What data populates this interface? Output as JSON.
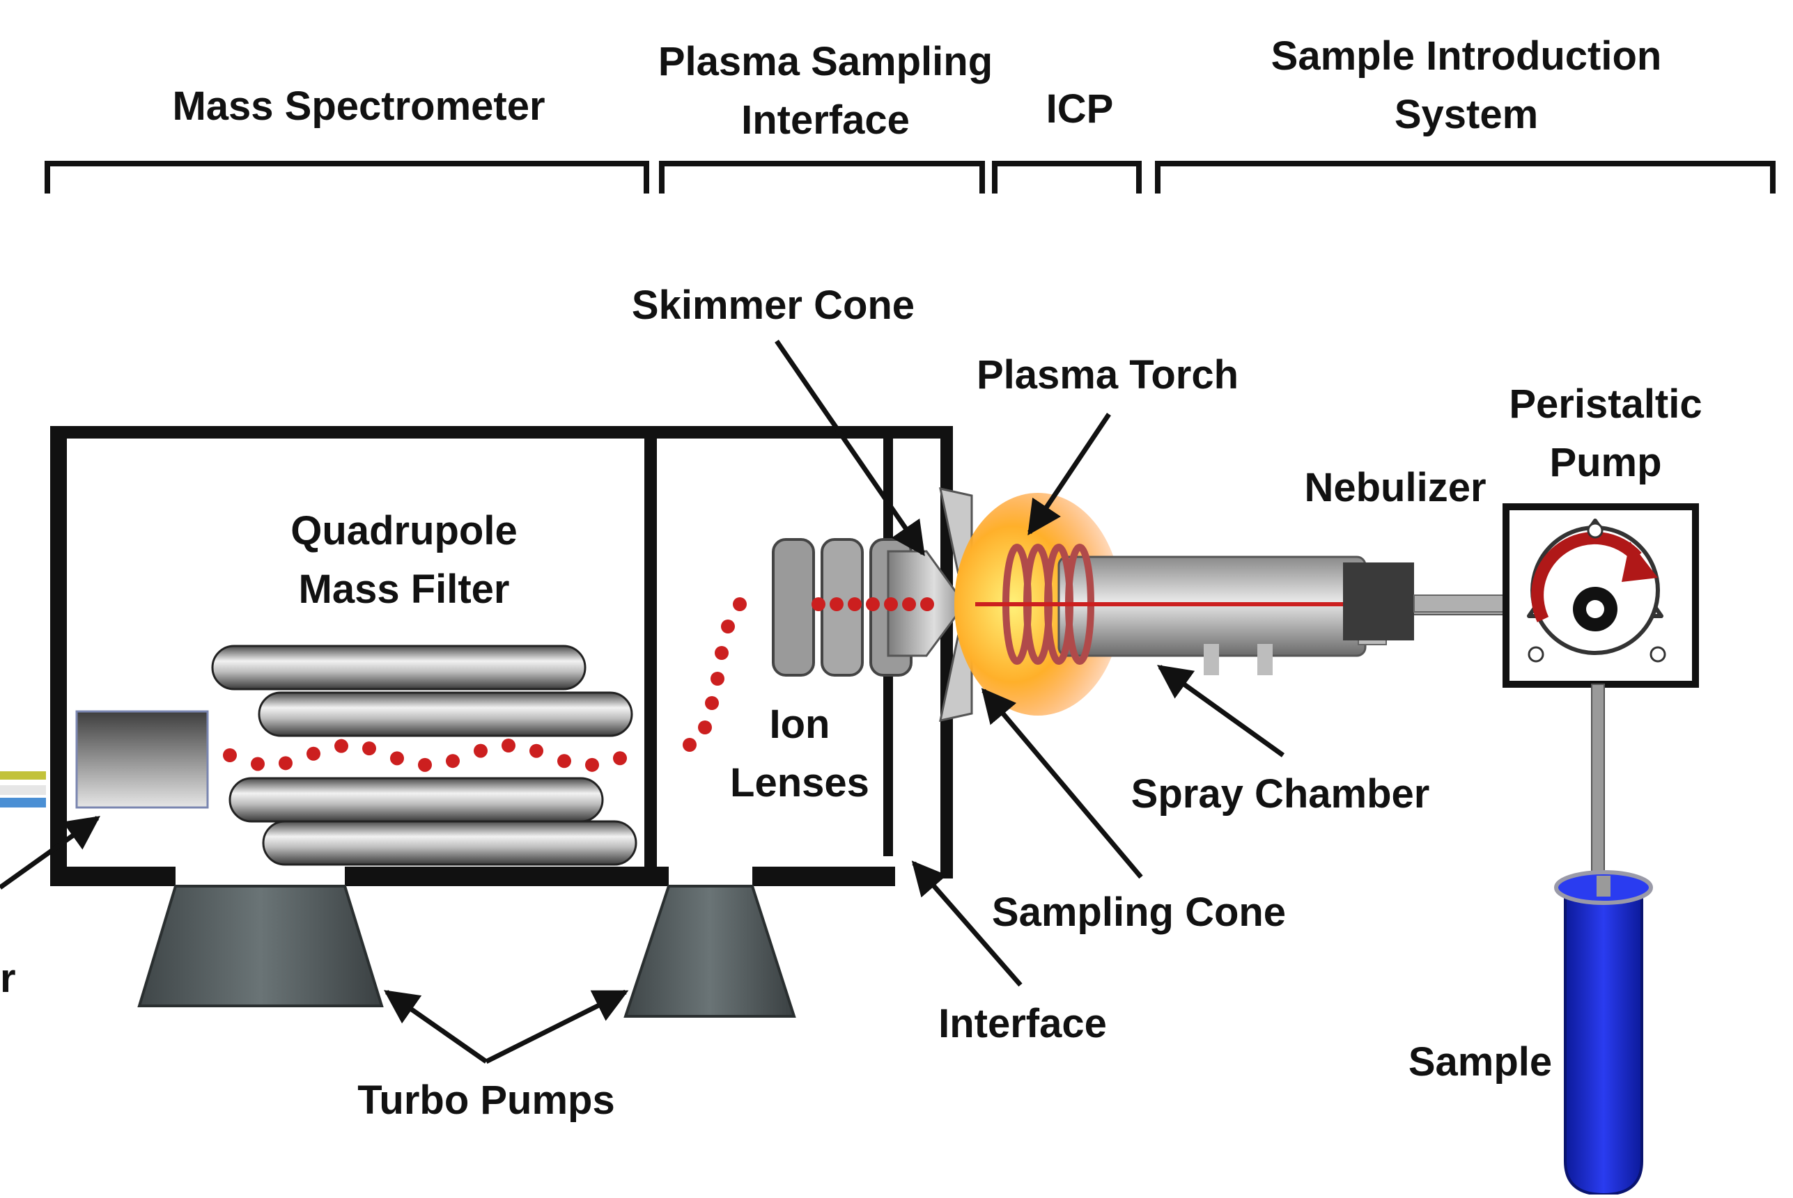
{
  "sections": {
    "mass_spectrometer": "Mass Spectrometer",
    "plasma_sampling_1": "Plasma Sampling",
    "plasma_sampling_2": "Interface",
    "icp": "ICP",
    "sample_intro_1": "Sample Introduction",
    "sample_intro_2": "System"
  },
  "labels": {
    "skimmer_cone": "Skimmer Cone",
    "plasma_torch": "Plasma Torch",
    "peristaltic_pump_1": "Peristaltic",
    "peristaltic_pump_2": "Pump",
    "nebulizer": "Nebulizer",
    "quadrupole_1": "Quadrupole",
    "quadrupole_2": "Mass Filter",
    "ion_lenses_1": "Ion",
    "ion_lenses_2": "Lenses",
    "spray_chamber": "Spray Chamber",
    "sampling_cone": "Sampling Cone",
    "interface": "Interface",
    "turbo_pumps": "Turbo Pumps",
    "sample": "Sample",
    "detector_partial": "r"
  },
  "colors": {
    "frame": "#111111",
    "ion_beam": "#cc1f1f",
    "sample_tube": "#1c2fd6",
    "plasma": "#ff9a1f",
    "pump_arrow": "#b01818"
  }
}
